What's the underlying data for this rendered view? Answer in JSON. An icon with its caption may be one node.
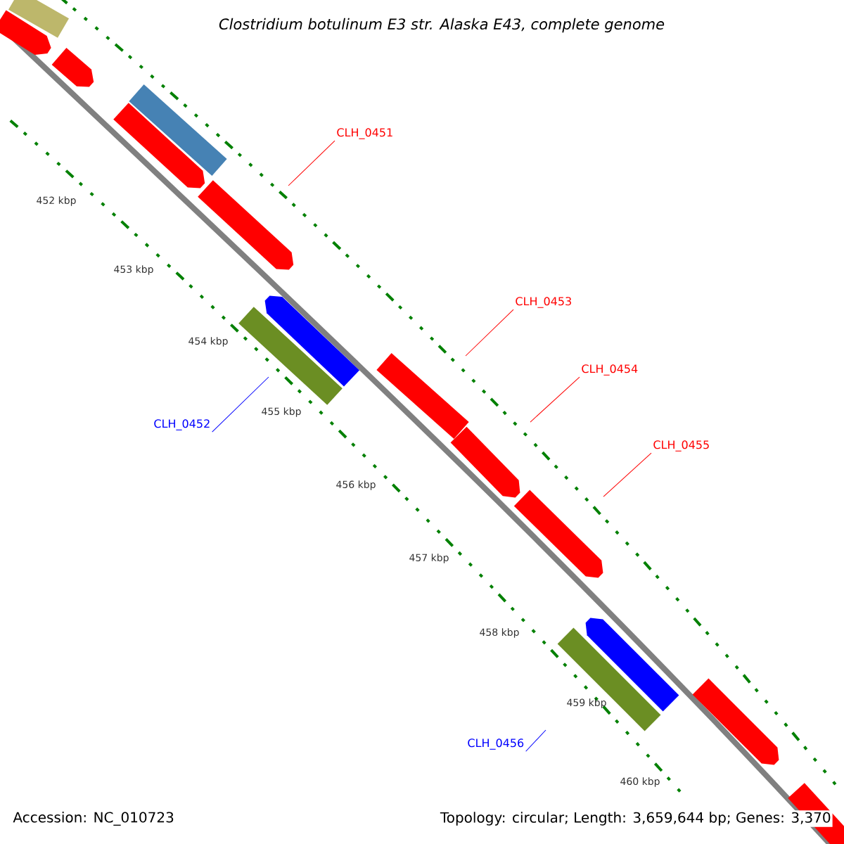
{
  "diagram": {
    "title": "*Clostridium botulinum* E3 str. Alaska E43, complete genome",
    "nodes": [
      {
        "text": [
          "CLH_0451"
        ]
      },
      {
        "text": [
          "CLH_0453"
        ]
      },
      {
        "text": [
          "CLH_0454"
        ]
      },
      {
        "text": [
          "CLH_0455"
        ]
      },
      {
        "text": [
          "CLH_0452"
        ]
      },
      {
        "text": [
          "CLH_0456"
        ]
      }
    ],
    "edges": [
      {
        "from": 0,
        "to": null,
        "arrow": "none"
      },
      {
        "from": 1,
        "to": null,
        "arrow": "none"
      },
      {
        "from": 2,
        "to": null,
        "arrow": "none"
      },
      {
        "from": 3,
        "to": null,
        "arrow": "none"
      },
      {
        "from": 4,
        "to": null,
        "arrow": "none",
        "color": "#0000ff"
      },
      {
        "from": 5,
        "to": null,
        "arrow": "none",
        "color": "#0000ff"
      }
    ],
    "labels": [
      "452 kbp",
      "453 kbp",
      "454 kbp",
      "455 kbp",
      "456 kbp",
      "457 kbp",
      "458 kbp",
      "459 kbp",
      "460 kbp",
      "Accession: NC_010723",
      "Topology: circular; Length: 3,659,644 bp; Genes: 3,370"
    ]
  }
}
